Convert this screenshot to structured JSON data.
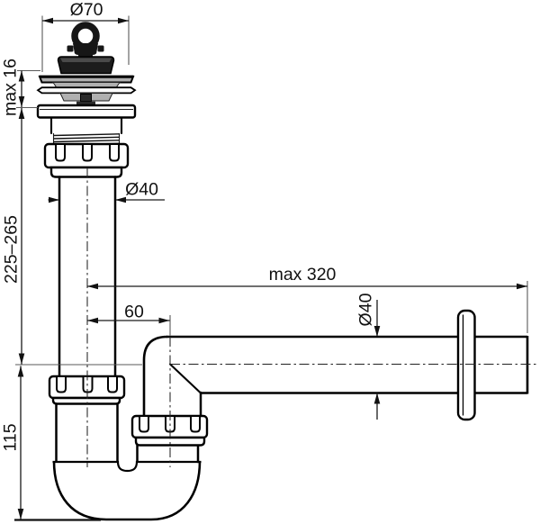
{
  "drawing": {
    "subject": "bottle-trap-siphon-with-drain-plug",
    "style": {
      "outline_color": "#000000",
      "body_fill": "#ffffff",
      "metal_gray": "#b0b0b0",
      "plug_black": "#1c1c1c",
      "dimension_color": "#1a1a1a",
      "centerline_color": "#222222"
    }
  },
  "dimensions": {
    "plug_diameter": "Ø70",
    "plug_height": "max 16",
    "inlet_length": "225–265",
    "inlet_pipe_diameter": "Ø40",
    "horizontal_reach": "max 320",
    "elbow_offset": "60",
    "outlet_pipe_diameter": "Ø40",
    "trap_depth": "115"
  }
}
